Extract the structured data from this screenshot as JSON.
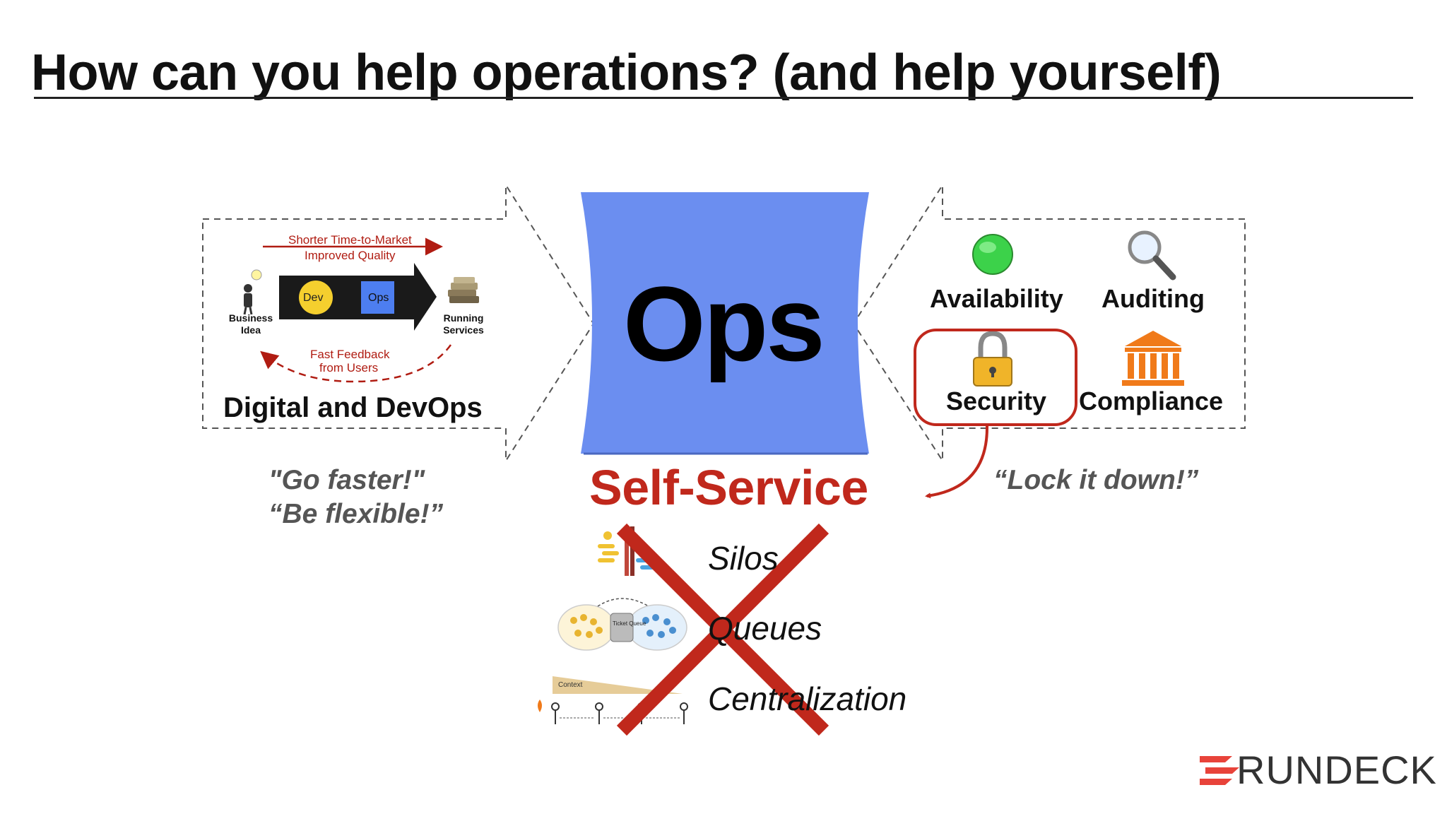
{
  "slide": {
    "title": "How can you help operations? (and help yourself)"
  },
  "left_panel": {
    "label": "Digital and DevOps",
    "top_arrow_line1": "Shorter Time-to-Market",
    "top_arrow_line2": "Improved Quality",
    "dev_label": "Dev",
    "ops_label": "Ops",
    "business_idea_line1": "Business",
    "business_idea_line2": "Idea",
    "running_services_line1": "Running",
    "running_services_line2": "Services",
    "feedback_line1": "Fast Feedback",
    "feedback_line2": "from Users",
    "quote_line1": "\"Go faster!\"",
    "quote_line2": "“Be flexible!”"
  },
  "center": {
    "ops_label": "Ops",
    "ops_color": "#6b8ef0",
    "self_service": "Self-Service",
    "anti_patterns": [
      "Silos",
      "Queues",
      "Centralization"
    ],
    "cross_color": "#c0281c",
    "ticket_queue_label": "Ticket Queue",
    "context_label": "Context"
  },
  "right_panel": {
    "items": [
      {
        "label": "Availability",
        "icon": "green-circle-icon"
      },
      {
        "label": "Auditing",
        "icon": "magnifier-icon"
      },
      {
        "label": "Security",
        "icon": "padlock-icon"
      },
      {
        "label": "Compliance",
        "icon": "building-columns-icon"
      }
    ],
    "quote": "“Lock it down!”"
  },
  "brand": {
    "logo_text": "RUNDECK",
    "logo_color": "#e8433a"
  }
}
